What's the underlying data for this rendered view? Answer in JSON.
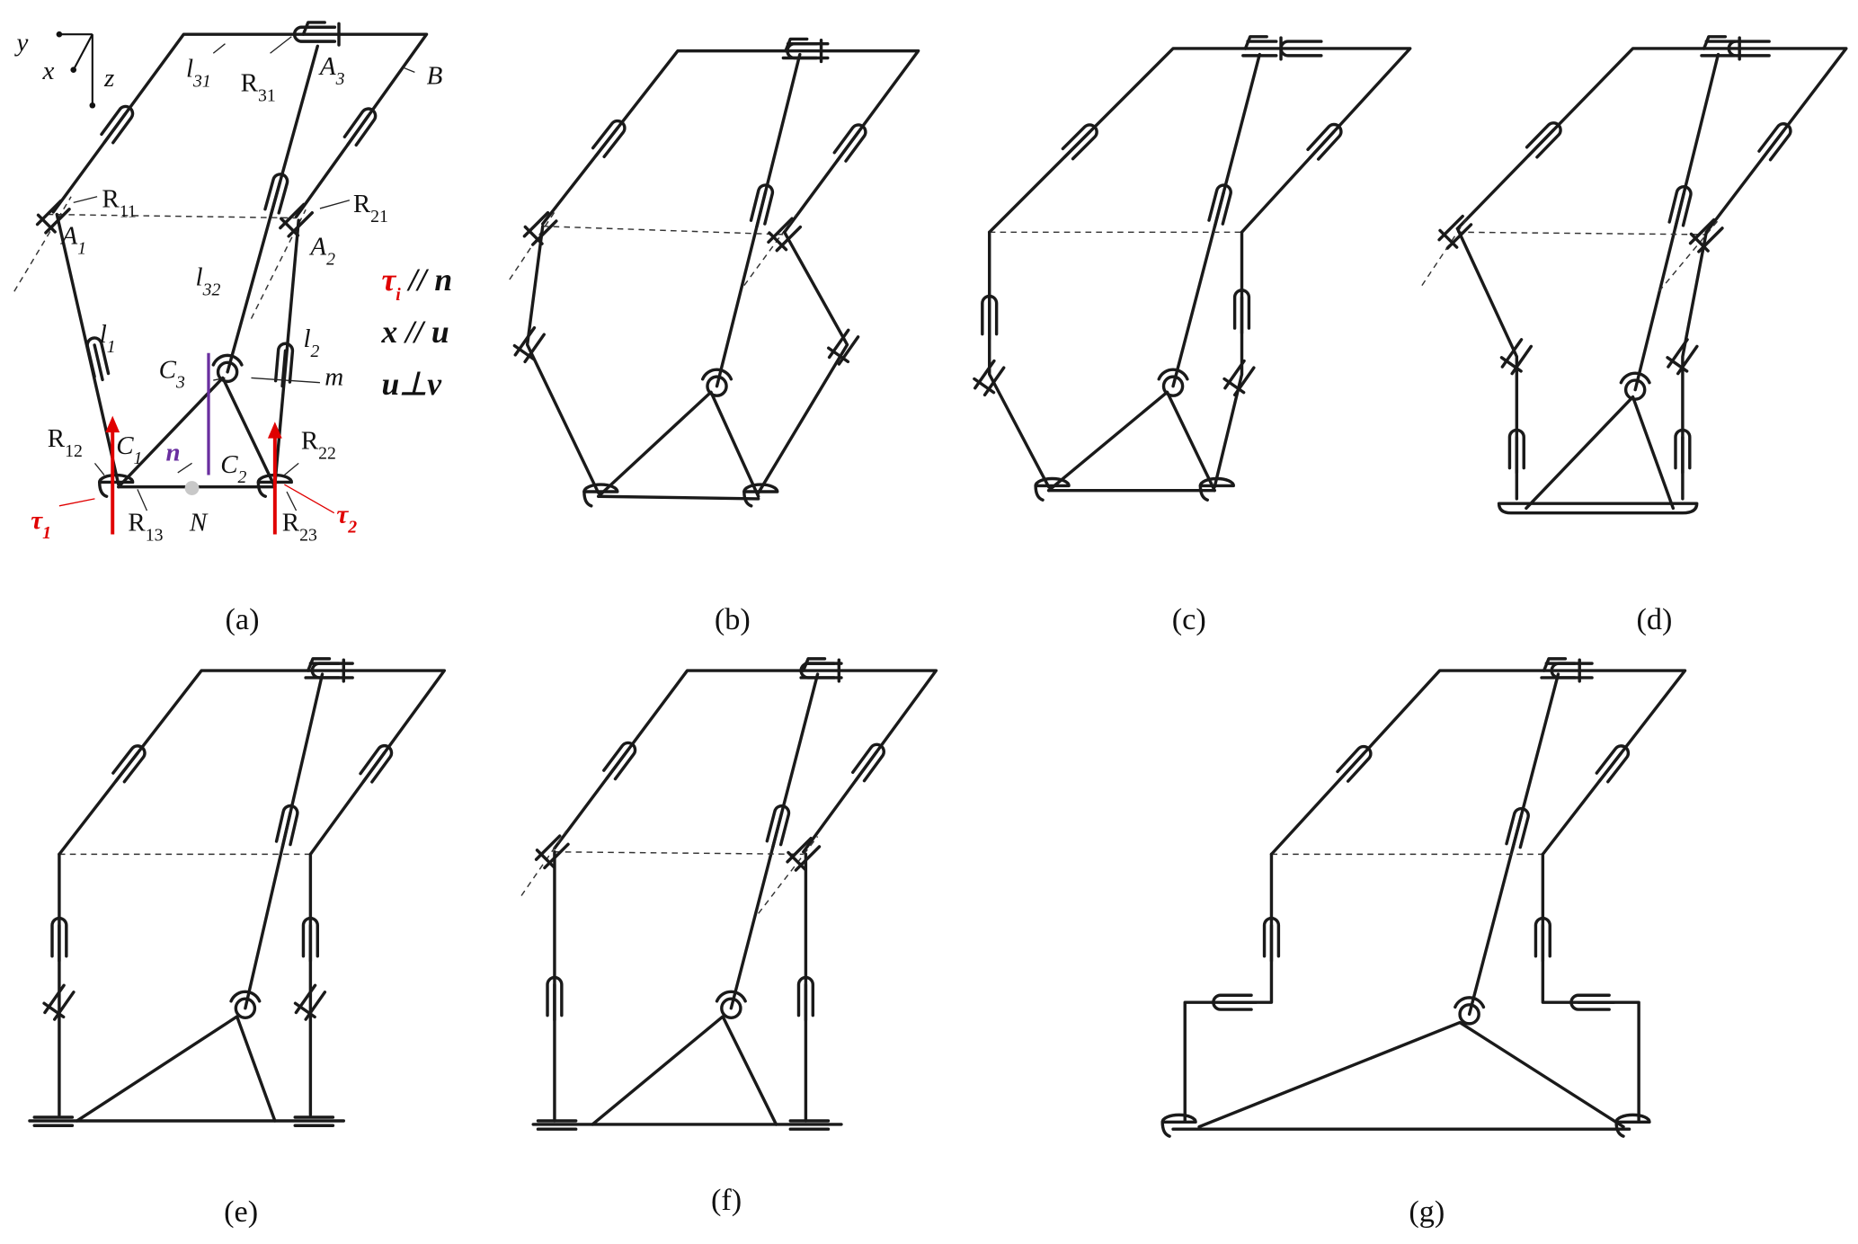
{
  "captions": [
    "(a)",
    "(b)",
    "(c)",
    "(d)",
    "(e)",
    "(f)",
    "(g)"
  ],
  "axes": {
    "y": "y",
    "x": "x",
    "z": "z"
  },
  "labels": {
    "l31": {
      "main": "l",
      "sub": "31"
    },
    "R31": {
      "main": "R",
      "sub": "31"
    },
    "A3": {
      "main": "A",
      "sub": "3"
    },
    "B": {
      "main": "B",
      "sub": ""
    },
    "R11": {
      "main": "R",
      "sub": "11"
    },
    "A1": {
      "main": "A",
      "sub": "1"
    },
    "R21": {
      "main": "R",
      "sub": "21"
    },
    "A2": {
      "main": "A",
      "sub": "2"
    },
    "l32": {
      "main": "l",
      "sub": "32"
    },
    "l1": {
      "main": "l",
      "sub": "1"
    },
    "l2": {
      "main": "l",
      "sub": "2"
    },
    "C3": {
      "main": "C",
      "sub": "3"
    },
    "m": {
      "main": "m",
      "sub": ""
    },
    "n": {
      "main": "n",
      "sub": ""
    },
    "R12": {
      "main": "R",
      "sub": "12"
    },
    "C1": {
      "main": "C",
      "sub": "1"
    },
    "C2": {
      "main": "C",
      "sub": "2"
    },
    "R22": {
      "main": "R",
      "sub": "22"
    },
    "tau1": {
      "main": "τ",
      "sub": "1"
    },
    "R13": {
      "main": "R",
      "sub": "13"
    },
    "N": {
      "main": "N",
      "sub": ""
    },
    "R23": {
      "main": "R",
      "sub": "23"
    },
    "tau2": {
      "main": "τ",
      "sub": "2"
    }
  },
  "relations": [
    {
      "left": "τ",
      "left_sub": "i",
      "rest": " // n"
    },
    {
      "left": "x",
      "left_sub": "",
      "rest": " // u"
    },
    {
      "left": "u",
      "left_sub": "",
      "rest": "⊥v"
    }
  ],
  "colors": {
    "force": "#e00000",
    "normal": "#6a2fa0",
    "point": "#c8c8c8"
  }
}
